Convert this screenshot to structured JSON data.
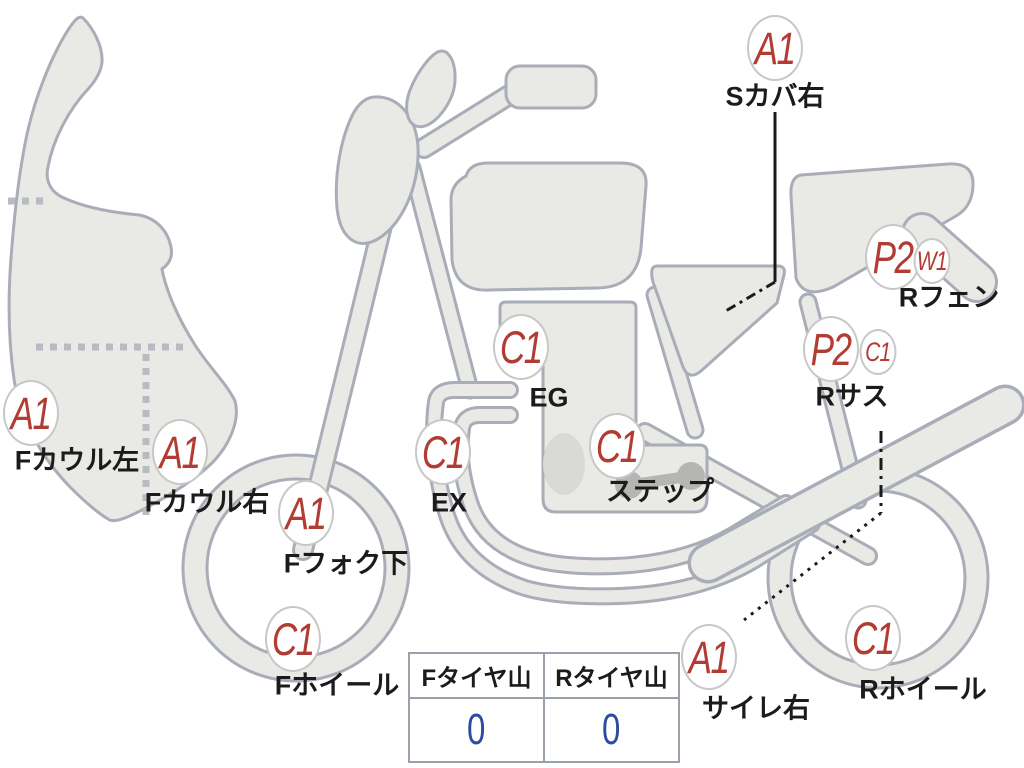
{
  "diagram_type": "motorcycle-condition-map",
  "colors": {
    "code_red": "#b23b33",
    "value_blue": "#2c4d9f",
    "body_fill": "#e9e9e5",
    "body_stroke": "#a8adb8",
    "badge_border": "#c8c8c8",
    "text_black": "#1b1b1b",
    "table_border": "#9aa1ab"
  },
  "labels": [
    {
      "code": "A1",
      "part": "Sカバ右"
    },
    {
      "code": "P2",
      "sub_code": "W1",
      "part": "Rフェン"
    },
    {
      "code": "P2",
      "sub_code": "C1",
      "part": "Rサス"
    },
    {
      "code": "C1",
      "part": "EG"
    },
    {
      "code": "C1",
      "part": "EX"
    },
    {
      "code": "C1",
      "part": "ステップ"
    },
    {
      "code": "A1",
      "part": "Fカウル左"
    },
    {
      "code": "A1",
      "part": "Fカウル右"
    },
    {
      "code": "A1",
      "part": "Fフォク下"
    },
    {
      "code": "C1",
      "part": "Fホイール"
    },
    {
      "code": "A1",
      "part": "サイレ右"
    },
    {
      "code": "C1",
      "part": "Rホイール"
    }
  ],
  "tire_table": {
    "columns": [
      "Fタイヤ山",
      "Rタイヤ山"
    ],
    "values": [
      "0",
      "0"
    ]
  }
}
